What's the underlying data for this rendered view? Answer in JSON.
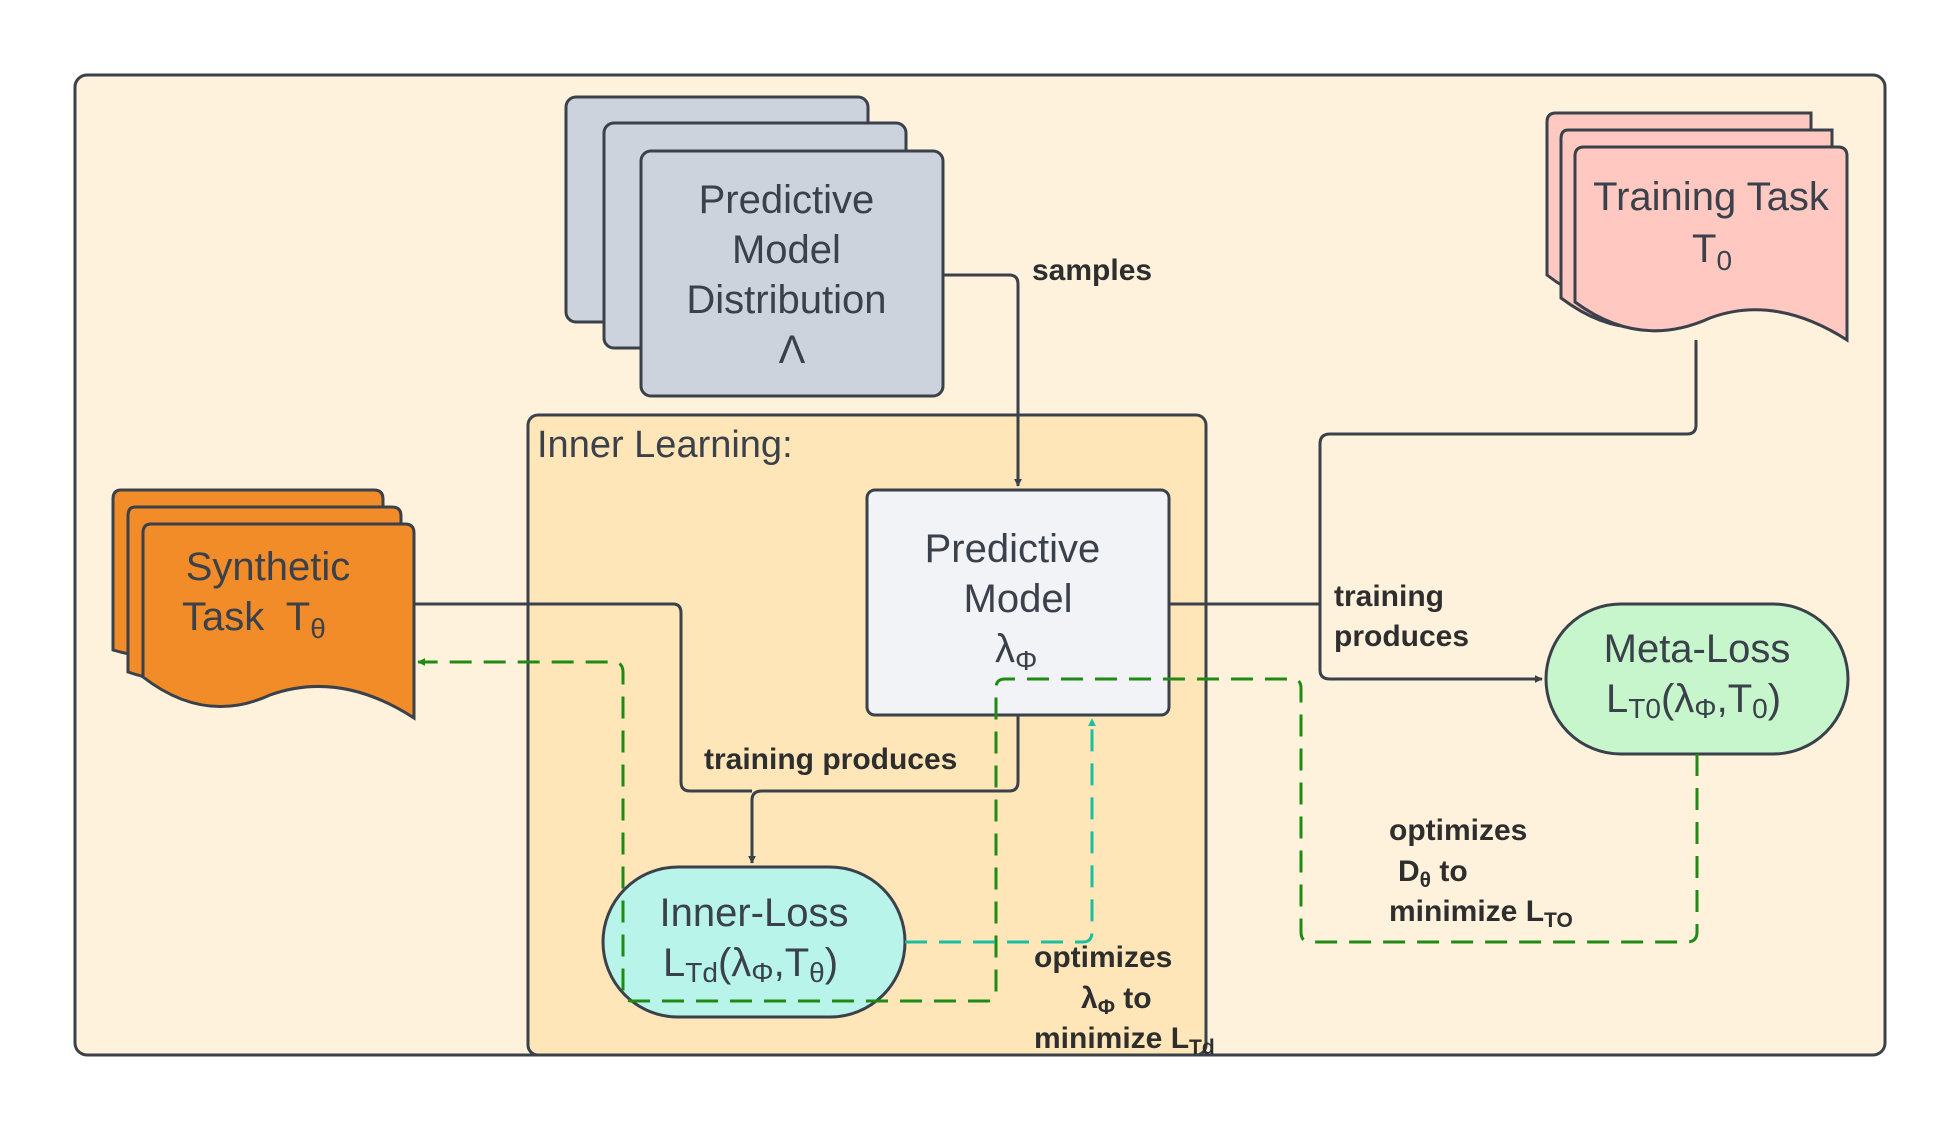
{
  "colors": {
    "outer_bg": "#fff2dc",
    "inner_bg": "#ffe6b8",
    "stroke": "#3a414b",
    "distribution": "#cdd3dc",
    "training_task": "#ffc9c2",
    "synthetic_task": "#f28c28",
    "predictive_model": "#f1f3f6",
    "meta_loss": "#c7f5cc",
    "inner_loss": "#b8f4ea",
    "green_dashed": "#1f8a14",
    "teal_dashed": "#19bfa0"
  },
  "regions": {
    "inner_learning": {
      "label": "Inner Learning:"
    }
  },
  "nodes": {
    "distribution": {
      "line1": "Predictive",
      "line2": "Model",
      "line3": "Distribution",
      "line4": "Λ"
    },
    "training_task": {
      "line1": "Training Task",
      "line2_main": "T",
      "line2_sub": "0"
    },
    "synthetic_task": {
      "line1": "Synthetic",
      "line2_main": "Task  T",
      "line2_sub": "θ"
    },
    "predictive_model": {
      "line1": "Predictive",
      "line2": "Model",
      "line3_main": "λ",
      "line3_sub": "Φ"
    },
    "meta_loss": {
      "line1": "Meta-Loss",
      "l": "L",
      "l_sub": "T0",
      "open": "(λ",
      "phi": "Φ",
      "mid": ",T",
      "t_sub": "0",
      "close": ")"
    },
    "inner_loss": {
      "line1": "Inner-Loss",
      "l": "L",
      "l_sub": "Td",
      "open": "(λ",
      "phi": "Φ",
      "mid": ",T",
      "t_sub": "θ",
      "close": ")"
    }
  },
  "edge_labels": {
    "samples": "samples",
    "training_produces_right_1": "training",
    "training_produces_right_2": "produces",
    "training_produces_inner": "training produces",
    "optimizes_d": {
      "line1": "optimizes",
      "line2_main": "D",
      "line2_sub": "θ",
      "line2_rest": " to",
      "line3_main": "minimize L",
      "line3_sub": "TO"
    },
    "optimizes_l": {
      "line1": "optimizes",
      "line2_main": "λ",
      "line2_sub": "Φ",
      "line2_rest": " to",
      "line3_main": "minimize L",
      "line3_sub": "Td"
    }
  }
}
